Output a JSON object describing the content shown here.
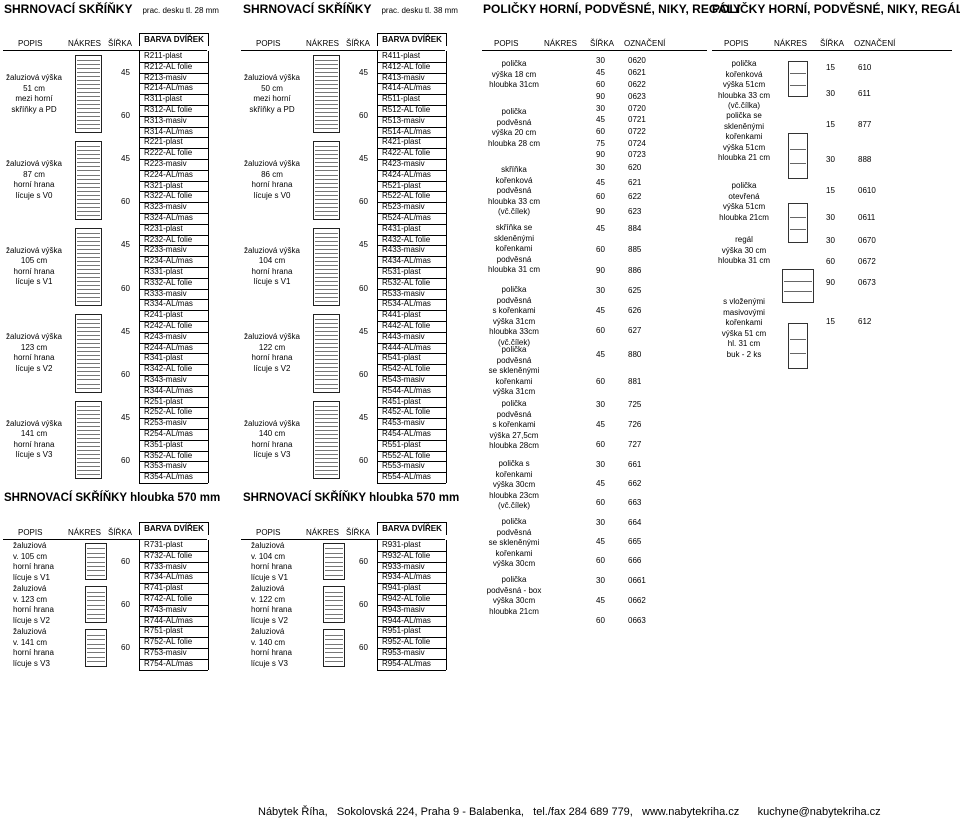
{
  "headers": {
    "shutters_28": {
      "title": "SHRNOVACÍ SKŘÍŇKY",
      "note": "prac. desku tl. 28 mm"
    },
    "shutters_38": {
      "title": "SHRNOVACÍ SKŘÍŇKY",
      "note": "prac. desku tl. 38 mm"
    },
    "shelves_a": "POLIČKY HORNÍ, PODVĚSNÉ, NIKY, REGÁLY",
    "shelves_b": "POLIČKY HORNÍ, PODVĚSNÉ, NIKY, REGÁLY"
  },
  "cols": {
    "popis": "POPIS",
    "nakres": "NÁKRES",
    "sirka": "ŠÍŘKA",
    "barva": "BARVA DVÍŘEK",
    "oznaceni": "OZNAČENÍ"
  },
  "left_groups": [
    {
      "desc": [
        "žaluziová výška",
        "51 cm",
        "mezi horní",
        "skříňky a PD"
      ],
      "widths": [
        {
          "w": "45",
          "codes": [
            "R211-plast",
            "R212-AL folie",
            "R213-masiv",
            "R214-AL/mas"
          ]
        },
        {
          "w": "60",
          "codes": [
            "R311-plast",
            "R312-AL folie",
            "R313-masiv",
            "R314-AL/mas"
          ]
        }
      ]
    },
    {
      "desc": [
        "žaluziová výška",
        "87 cm",
        "horní hrana",
        "lícuje s V0"
      ],
      "widths": [
        {
          "w": "45",
          "codes": [
            "R221-plast",
            "R222-AL folie",
            "R223-masiv",
            "R224-AL/mas"
          ]
        },
        {
          "w": "60",
          "codes": [
            "R321-plast",
            "R322-AL folie",
            "R323-masiv",
            "R324-AL/mas"
          ]
        }
      ]
    },
    {
      "desc": [
        "žaluziová výška",
        "105 cm",
        "horní hrana",
        "lícuje s V1"
      ],
      "widths": [
        {
          "w": "45",
          "codes": [
            "R231-plast",
            "R232-AL folie",
            "R233-masiv",
            "R234-AL/mas"
          ]
        },
        {
          "w": "60",
          "codes": [
            "R331-plast",
            "R332-AL folie",
            "R333-masiv",
            "R334-AL/mas"
          ]
        }
      ]
    },
    {
      "desc": [
        "žaluziová výška",
        "123 cm",
        "horní hrana",
        "lícuje s V2"
      ],
      "widths": [
        {
          "w": "45",
          "codes": [
            "R241-plast",
            "R242-AL folie",
            "R243-masiv",
            "R244-AL/mas"
          ]
        },
        {
          "w": "60",
          "codes": [
            "R341-plast",
            "R342-AL folie",
            "R343-masiv",
            "R344-AL/mas"
          ]
        }
      ]
    },
    {
      "desc": [
        "žaluziová výška",
        "141 cm",
        "horní hrana",
        "lícuje s V3"
      ],
      "widths": [
        {
          "w": "45",
          "codes": [
            "R251-plast",
            "R252-AL folie",
            "R253-masiv",
            "R254-AL/mas"
          ]
        },
        {
          "w": "60",
          "codes": [
            "R351-plast",
            "R352-AL folie",
            "R353-masiv",
            "R354-AL/mas"
          ]
        }
      ]
    }
  ],
  "mid_groups": [
    {
      "desc": [
        "žaluziová výška",
        "50 cm",
        "mezi horní",
        "skříňky a PD"
      ],
      "widths": [
        {
          "w": "45",
          "codes": [
            "R411-plast",
            "R412-AL folie",
            "R413-masiv",
            "R414-AL/mas"
          ]
        },
        {
          "w": "60",
          "codes": [
            "R511-plast",
            "R512-AL folie",
            "R513-masiv",
            "R514-AL/mas"
          ]
        }
      ]
    },
    {
      "desc": [
        "žaluziová výška",
        "86 cm",
        "horní hrana",
        "lícuje s V0"
      ],
      "widths": [
        {
          "w": "45",
          "codes": [
            "R421-plast",
            "R422-AL folie",
            "R423-masiv",
            "R424-AL/mas"
          ]
        },
        {
          "w": "60",
          "codes": [
            "R521-plast",
            "R522-AL folie",
            "R523-masiv",
            "R524-AL/mas"
          ]
        }
      ]
    },
    {
      "desc": [
        "žaluziová výška",
        "104 cm",
        "horní hrana",
        "lícuje s V1"
      ],
      "widths": [
        {
          "w": "45",
          "codes": [
            "R431-plast",
            "R432-AL folie",
            "R433-masiv",
            "R434-AL/mas"
          ]
        },
        {
          "w": "60",
          "codes": [
            "R531-plast",
            "R532-AL folie",
            "R533-masiv",
            "R534-AL/mas"
          ]
        }
      ]
    },
    {
      "desc": [
        "žaluziová výška",
        "122 cm",
        "horní hrana",
        "lícuje s V2"
      ],
      "widths": [
        {
          "w": "45",
          "codes": [
            "R441-plast",
            "R442-AL folie",
            "R443-masiv",
            "R444-AL/mas"
          ]
        },
        {
          "w": "60",
          "codes": [
            "R541-plast",
            "R542-AL folie",
            "R543-masiv",
            "R544-AL/mas"
          ]
        }
      ]
    },
    {
      "desc": [
        "žaluziová výška",
        "140 cm",
        "horní hrana",
        "lícuje s V3"
      ],
      "widths": [
        {
          "w": "45",
          "codes": [
            "R451-plast",
            "R452-AL folie",
            "R453-masiv",
            "R454-AL/mas"
          ]
        },
        {
          "w": "60",
          "codes": [
            "R551-plast",
            "R552-AL folie",
            "R553-masiv",
            "R554-AL/mas"
          ]
        }
      ]
    }
  ],
  "section_570": "SHRNOVACÍ SKŘÍŇKY hloubka 570 mm",
  "left570": [
    {
      "desc": [
        "žaluziová",
        "v. 105 cm",
        "horní hrana",
        "lícuje s V1"
      ],
      "w": "60",
      "codes": [
        "R731-plast",
        "R732-AL folie",
        "R733-masiv",
        "R734-AL/mas"
      ]
    },
    {
      "desc": [
        "žaluziová",
        "v. 123 cm",
        "horní hrana",
        "lícuje s V2"
      ],
      "w": "60",
      "codes": [
        "R741-plast",
        "R742-AL folie",
        "R743-masiv",
        "R744-AL/mas"
      ]
    },
    {
      "desc": [
        "žaluziová",
        "v. 141 cm",
        "horní hrana",
        "lícuje s V3"
      ],
      "w": "60",
      "codes": [
        "R751-plast",
        "R752-AL folie",
        "R753-masiv",
        "R754-AL/mas"
      ]
    }
  ],
  "mid570": [
    {
      "desc": [
        "žaluziová",
        "v. 104 cm",
        "horní hrana",
        "lícuje s V1"
      ],
      "w": "60",
      "codes": [
        "R931-plast",
        "R932-AL folie",
        "R933-masiv",
        "R934-AL/mas"
      ]
    },
    {
      "desc": [
        "žaluziová",
        "v. 122 cm",
        "horní hrana",
        "lícuje s V2"
      ],
      "w": "60",
      "codes": [
        "R941-plast",
        "R942-AL folie",
        "R943-masiv",
        "R944-AL/mas"
      ]
    },
    {
      "desc": [
        "žaluziová",
        "v. 140 cm",
        "horní hrana",
        "lícuje s V3"
      ],
      "w": "60",
      "codes": [
        "R951-plast",
        "R952-AL folie",
        "R953-masiv",
        "R954-AL/mas"
      ]
    }
  ],
  "shelves": [
    {
      "desc": [
        "polička",
        "výška 18 cm",
        "hloubka 31cm"
      ],
      "rows": [
        [
          "30",
          "0620"
        ],
        [
          "45",
          "0621"
        ],
        [
          "60",
          "0622"
        ],
        [
          "90",
          "0623"
        ]
      ]
    },
    {
      "desc": [
        "polička",
        "podvěsná",
        "výška 20 cm",
        "hloubka 28 cm"
      ],
      "rows": [
        [
          "30",
          "0720"
        ],
        [
          "45",
          "0721"
        ],
        [
          "60",
          "0722"
        ],
        [
          "75",
          "0724"
        ],
        [
          "90",
          "0723"
        ]
      ]
    },
    {
      "desc": [
        "skříňka",
        "kořenková",
        "podvěsná",
        "hloubka 33 cm",
        "(vč.čílek)"
      ],
      "rows": [
        [
          "30",
          "620"
        ],
        [
          "45",
          "621"
        ],
        [
          "60",
          "622"
        ],
        [
          "90",
          "623"
        ]
      ]
    },
    {
      "desc": [
        "skříňka se",
        "skleněnými",
        "kořenkami",
        "podvěsná",
        "hloubka 31 cm"
      ],
      "rows": [
        [
          "45",
          "884"
        ],
        [
          "60",
          "885"
        ],
        [
          "90",
          "886"
        ]
      ]
    },
    {
      "desc": [
        "polička",
        "podvěsná",
        "s kořenkami",
        "výška 31cm",
        "hloubka 33cm",
        "(vč.čílek)"
      ],
      "rows": [
        [
          "30",
          "625"
        ],
        [
          "45",
          "626"
        ],
        [
          "60",
          "627"
        ]
      ]
    },
    {
      "desc": [
        "polička",
        "podvěsná",
        "se skleněnými",
        "kořenkami",
        "výška 31cm"
      ],
      "rows": [
        [
          "45",
          "880"
        ],
        [
          "60",
          "881"
        ]
      ]
    },
    {
      "desc": [
        "polička",
        "podvěsná",
        "s kořenkami",
        "výška 27,5cm",
        "hloubka 28cm"
      ],
      "rows": [
        [
          "30",
          "725"
        ],
        [
          "45",
          "726"
        ],
        [
          "60",
          "727"
        ]
      ]
    },
    {
      "desc": [
        "polička s",
        "kořenkami",
        "výška 30cm",
        "hloubka 23cm",
        "(vč.čílek)"
      ],
      "rows": [
        [
          "30",
          "661"
        ],
        [
          "45",
          "662"
        ],
        [
          "60",
          "663"
        ]
      ]
    },
    {
      "desc": [
        "polička",
        "podvěsná",
        "se skleněnými",
        "kořenkami",
        "výška 30cm"
      ],
      "rows": [
        [
          "30",
          "664"
        ],
        [
          "45",
          "665"
        ],
        [
          "60",
          "666"
        ]
      ]
    },
    {
      "desc": [
        "polička",
        "podvěsná - box",
        "výška 30cm",
        "hloubka 21cm"
      ],
      "rows": [
        [
          "30",
          "0661"
        ],
        [
          "45",
          "0662"
        ],
        [
          "60",
          "0663"
        ]
      ]
    }
  ],
  "shelves2": [
    {
      "desc": [
        "polička",
        "kořenková",
        "výška 51cm",
        "hloubka 33 cm",
        "(vč.čílka)"
      ],
      "rows": [
        [
          "15",
          "610"
        ],
        [
          "30",
          "611"
        ]
      ]
    },
    {
      "desc": [
        "polička se",
        "skleněnými",
        "kořenkami",
        "výška 51cm",
        "hloubka 21 cm"
      ],
      "rows": [
        [
          "15",
          "877"
        ],
        [
          "30",
          "888"
        ]
      ]
    },
    {
      "desc": [
        "polička",
        "otevřená",
        "výška 51cm",
        "hloubka 21cm"
      ],
      "rows": [
        [
          "15",
          "0610"
        ],
        [
          "30",
          "0611"
        ]
      ]
    },
    {
      "desc": [
        "regál",
        "výška 30 cm",
        "hloubka 31 cm"
      ],
      "rows": [
        [
          "30",
          "0670"
        ],
        [
          "60",
          "0672"
        ],
        [
          "90",
          "0673"
        ]
      ]
    },
    {
      "desc": [
        "s vloženými",
        "masivovými",
        "kořenkami",
        "výška 51 cm",
        "hl. 31 cm",
        "buk - 2 ks"
      ],
      "rows": [
        [
          "15",
          "612"
        ]
      ]
    }
  ],
  "footer": {
    "company": "Nábytek Říha,",
    "address": "Sokolovská 224, Praha 9 - Balabenka,",
    "phone": "tel./fax 284 689 779,",
    "web": "www.nabytekriha.cz",
    "email": "kuchyne@nabytekriha.cz"
  }
}
